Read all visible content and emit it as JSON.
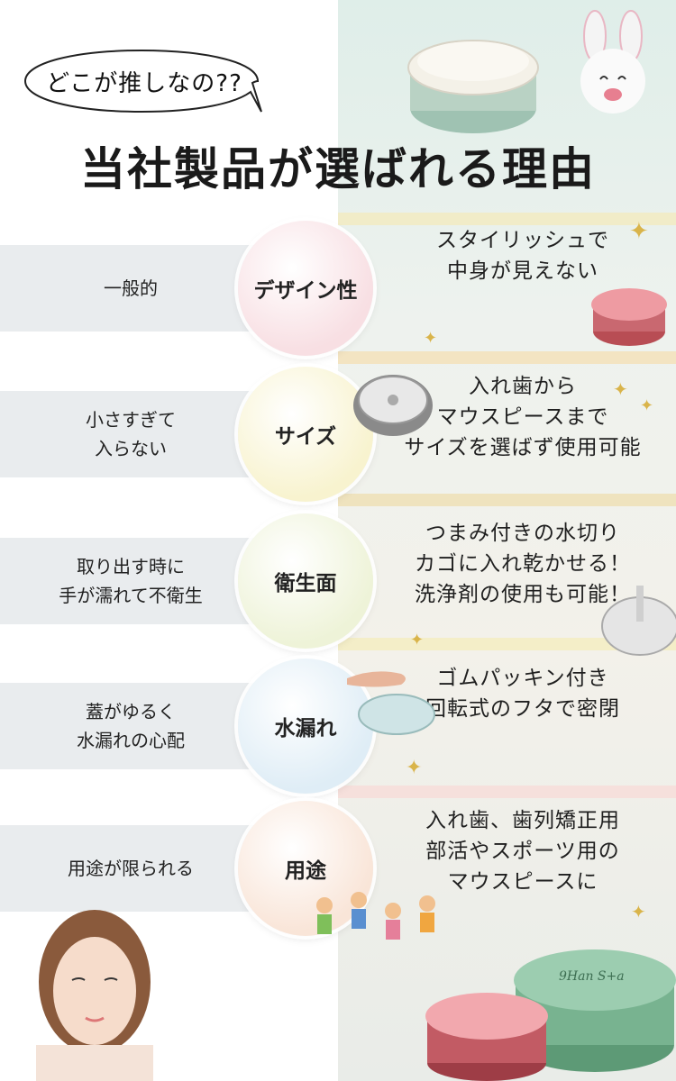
{
  "bubble": "どこが推しなの??",
  "title": "当社製品が選ばれる理由",
  "rows": [
    {
      "left": "一般的",
      "badge": "デザイン性",
      "right": "スタイリッシュで\n中身が見えない",
      "color": "#f8dfe3"
    },
    {
      "left": "小さすぎて\n入らない",
      "badge": "サイズ",
      "right": "入れ歯から\nマウスピースまで\nサイズを選ばず使用可能",
      "color": "#f8f3cf"
    },
    {
      "left": "取り出す時に\n手が濡れて不衛生",
      "badge": "衛生面",
      "right": "つまみ付きの水切り\nカゴに入れ乾かせる！\n洗浄剤の使用も可能！",
      "color": "#eef3d8"
    },
    {
      "left": "蓋がゆるく\n水漏れの心配",
      "badge": "水漏れ",
      "right": "ゴムパッキン付き\n回転式のフタで密閉",
      "color": "#dfedf6"
    },
    {
      "left": "用途が限られる",
      "badge": "用途",
      "right": "入れ歯、歯列矯正用\n部活やスポーツ用の\nマウスピースに",
      "color": "#f9e5d8"
    }
  ],
  "product_label": "9Han S+a"
}
